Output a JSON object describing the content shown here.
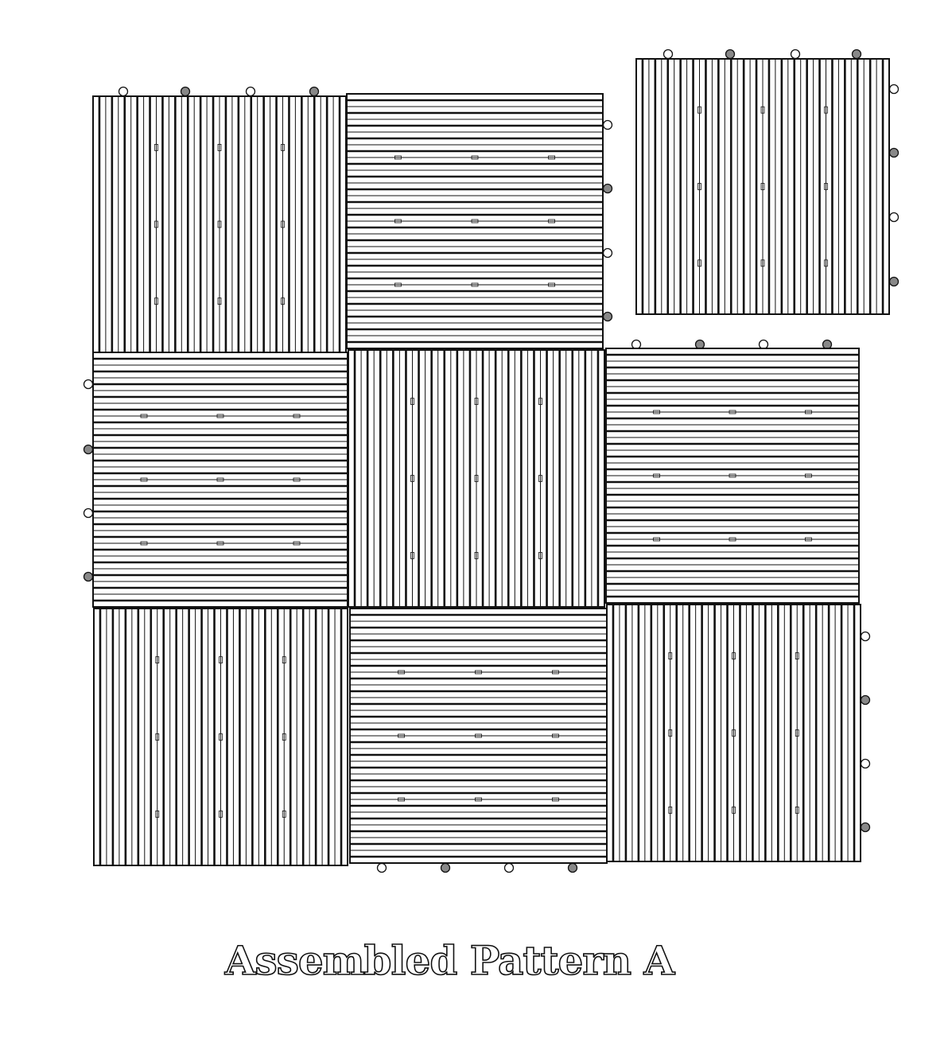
{
  "caption": "Assembled Pattern A",
  "colors": {
    "line": "#111111",
    "tab_fill": "#888888",
    "background": "#ffffff"
  },
  "tiles": [
    {
      "id": "r1c1",
      "orientation": "vertical",
      "tabs": "top"
    },
    {
      "id": "r1c2",
      "orientation": "horizontal",
      "tabs": "right"
    },
    {
      "id": "loose",
      "orientation": "vertical",
      "tabs": "top-right"
    },
    {
      "id": "r2c1",
      "orientation": "horizontal",
      "tabs": "left"
    },
    {
      "id": "r2c2",
      "orientation": "vertical",
      "tabs": "none"
    },
    {
      "id": "r2c3",
      "orientation": "horizontal",
      "tabs": "top"
    },
    {
      "id": "r3c1",
      "orientation": "vertical",
      "tabs": "none"
    },
    {
      "id": "r3c2",
      "orientation": "horizontal",
      "tabs": "bottom"
    },
    {
      "id": "r3c3",
      "orientation": "vertical",
      "tabs": "right"
    }
  ]
}
